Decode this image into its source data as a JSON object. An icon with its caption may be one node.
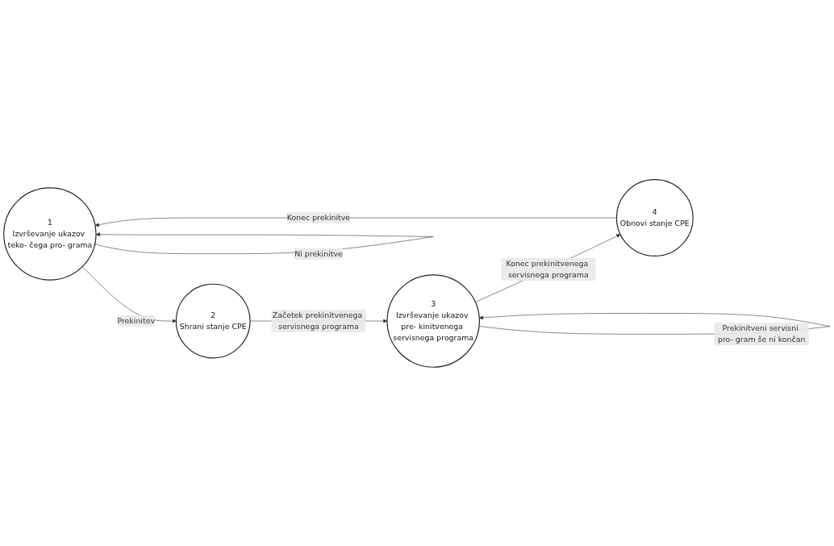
{
  "diagram": {
    "nodes": [
      {
        "text": [
          "1",
          "Izvrševanje ukazov teko- čega pro- grama"
        ]
      },
      {
        "text": [
          "2",
          "Shrani stanje CPE"
        ]
      },
      {
        "text": [
          "3",
          "Izvrševanje ukazov pre- kinitvenega servisnega programa"
        ]
      },
      {
        "text": [
          "4",
          "Obnovi stanje CPE"
        ]
      }
    ],
    "edges": [
      {
        "from": 0,
        "to": 0,
        "arrow": "to",
        "label": "Ni prekinitve"
      },
      {
        "from": 0,
        "to": 1,
        "arrow": "to",
        "label": "Prekinitev"
      },
      {
        "from": 1,
        "to": 2,
        "arrow": "to",
        "label": "Začetek prekinitvenega servisnega programa"
      },
      {
        "from": 2,
        "to": 2,
        "arrow": "to",
        "label": "Prekinitveni servisni pro- gram še ni končan"
      },
      {
        "from": 2,
        "to": 3,
        "arrow": "to",
        "label": "Konec prekinitvenega servisnega programa"
      },
      {
        "from": 3,
        "to": 0,
        "arrow": "to",
        "label": "Konec prekinitve"
      }
    ]
  }
}
